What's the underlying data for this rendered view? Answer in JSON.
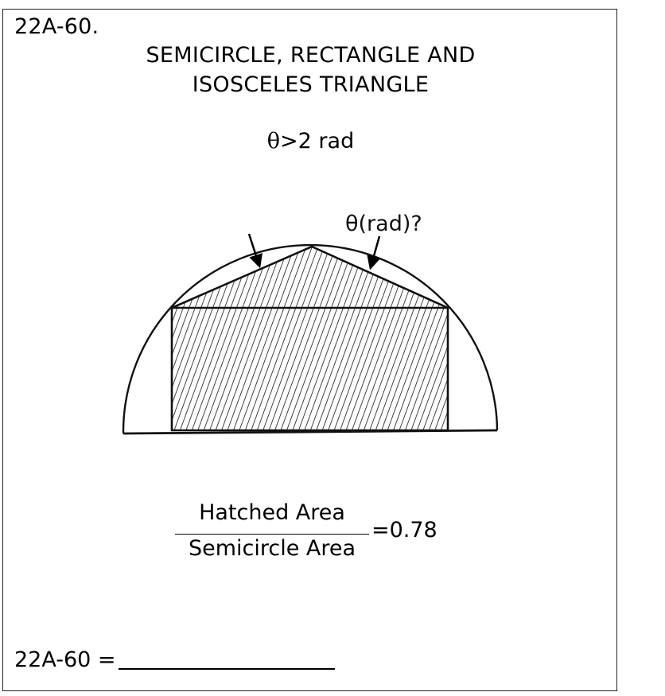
{
  "problem": {
    "id": "22A-60.",
    "title_line1": "SEMICIRCLE, RECTANGLE AND",
    "title_line2": "ISOSCELES TRIANGLE",
    "condition_symbol": "θ",
    "condition_text": ">2 rad"
  },
  "diagram": {
    "angle_label": "θ(rad)?",
    "shapes": [
      "semicircle",
      "rectangle",
      "isosceles-triangle"
    ],
    "hatched_regions": [
      "rectangle",
      "isosceles-triangle"
    ]
  },
  "ratio": {
    "numerator": "Hatched Area",
    "denominator": "Semicircle Area",
    "value_text": "=0.78"
  },
  "answer": {
    "label": "22A-60 ="
  }
}
